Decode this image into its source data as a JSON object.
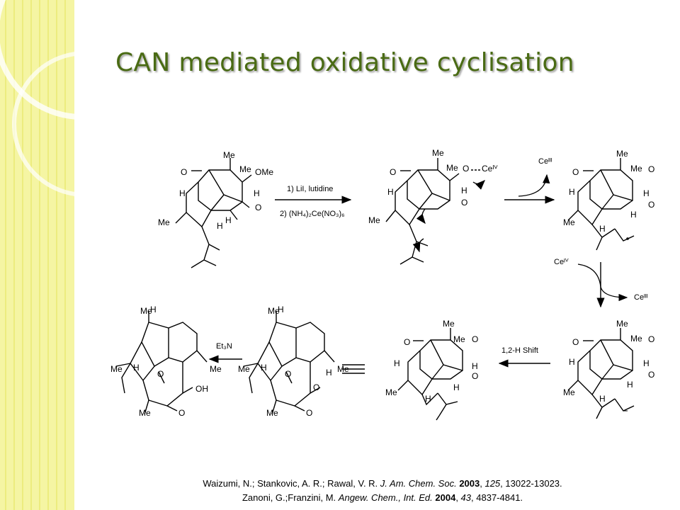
{
  "slide": {
    "title": "CAN mediated oxidative cyclisation",
    "colors": {
      "band": "#f5f5a3",
      "band_stripe": "#ecec7e",
      "title": "#4a6b14",
      "ring": "#ffffff"
    }
  },
  "scheme": {
    "step1": {
      "reagent_line1": "1) LiI, lutidine",
      "reagent_line2": "2) (NH₄)₂Ce(NO₃)₆"
    },
    "ce_release_label": "Ceᴵᴵᴵ",
    "ce_in_label": "Ceᴵⱽ",
    "ce_out_label": "Ceᴵᴵᴵ",
    "shift_label": "1,2-H Shift",
    "et3n_label": "Et₃N",
    "atom_labels": {
      "me": "Me",
      "ome": "OMe",
      "h": "H",
      "o": "O",
      "oh": "OH",
      "ce_iv": "Ceᴵⱽ"
    }
  },
  "references": [
    {
      "authors": "Waizumi, N.; Stankovic, A. R.; Rawal, V. R.",
      "journal": "J. Am. Chem. Soc.",
      "year": "2003",
      "volume": "125",
      "pages": "13022-13023."
    },
    {
      "authors": "Zanoni, G.;Franzini, M.",
      "journal": "Angew. Chem., Int. Ed.",
      "year": "2004",
      "volume": "43",
      "pages": "4837-4841."
    }
  ]
}
